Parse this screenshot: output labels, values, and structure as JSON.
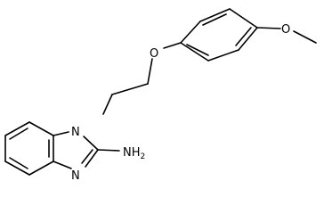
{
  "molecule": {
    "atoms": {
      "n_ring": "N",
      "n_imine": "N",
      "n_amine": "NH",
      "n_amine_sub": "2",
      "o_ether": "O",
      "o_methoxy": "O"
    },
    "colors": {
      "bond": "#000000",
      "label": "#000000",
      "background": "#ffffff"
    }
  }
}
